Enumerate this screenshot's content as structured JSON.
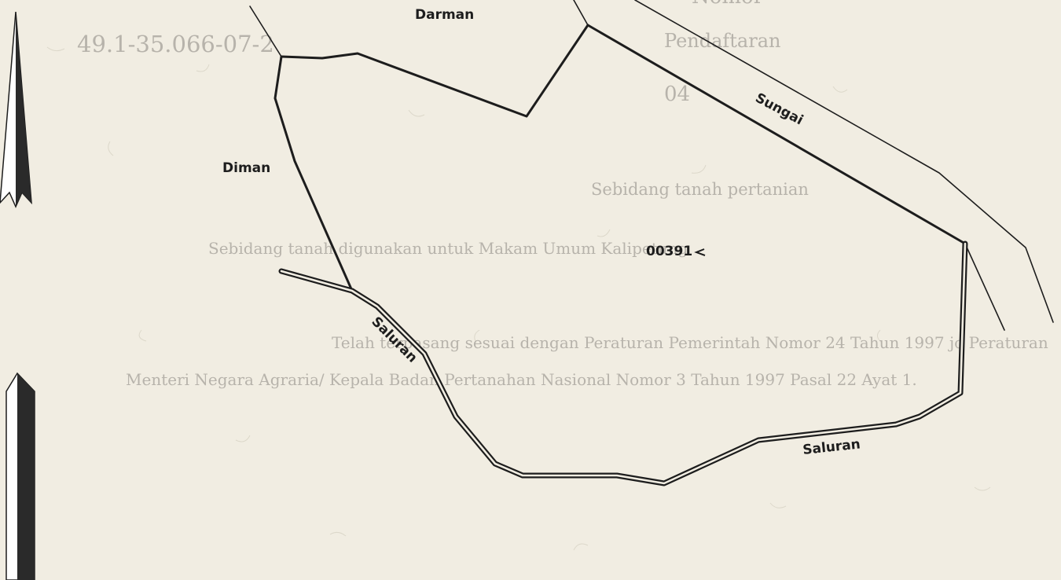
{
  "document": {
    "background_lines": {
      "heading_partial": "Nomor",
      "pendaftaran_label": "Pendaftaran",
      "registration_number": "49.1-35.066-07-2",
      "code_partial": "04",
      "land_type": "Sebidang tanah pertanian",
      "land_description": "Sebidang tanah digunakan untuk Makam Umum Kalipetung",
      "regulation_line_1": "Telah terpasang sesuai dengan Peraturan Pemerintah Nomor 24 Tahun 1997 jo Peraturan",
      "regulation_line_2": "Menteri Negara Agraria/ Kepala Badan Pertanahan Nasional Nomor 3 Tahun 1997 Pasal 22 Ayat 1."
    }
  },
  "map": {
    "parcel_number": "00391",
    "labels": {
      "neighbor_north": "Darman",
      "neighbor_west": "Diman",
      "boundary_northeast": "Sungai",
      "canal_southwest": "Saluran",
      "canal_south": "Saluran"
    },
    "colors": {
      "ink": "#1d1d1d",
      "faded_text": "#b7b3ab",
      "paper": "#f1ede2"
    }
  },
  "north_arrow": {
    "icon": "north-arrow-icon"
  }
}
